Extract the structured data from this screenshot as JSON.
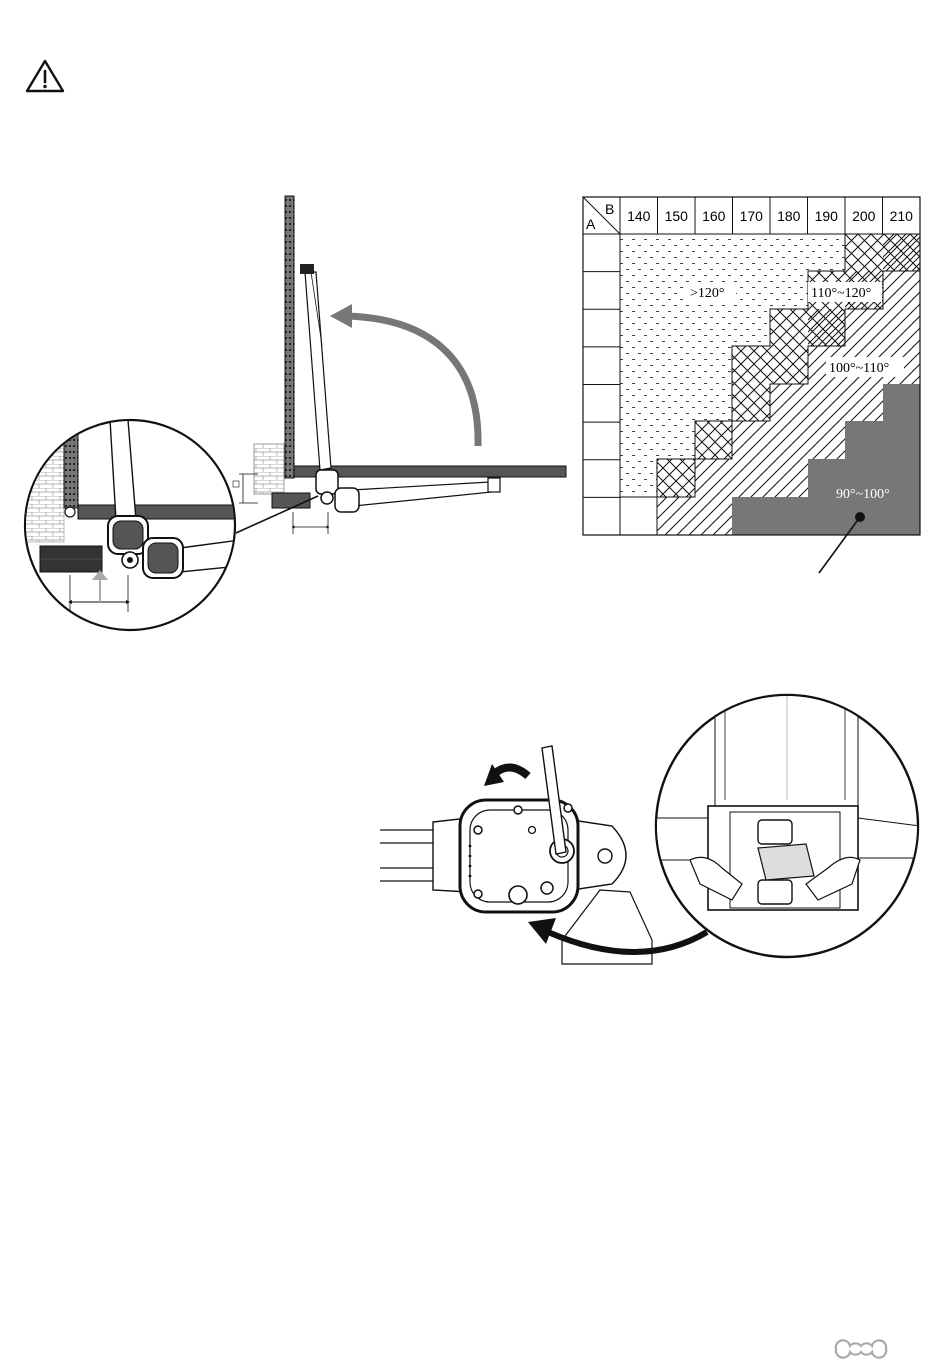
{
  "warning": {
    "icon": "warning-triangle-icon"
  },
  "table": {
    "corner_col_label": "B",
    "corner_row_label": "A",
    "columns": [
      "140",
      "150",
      "160",
      "170",
      "180",
      "190",
      "200",
      "210"
    ],
    "zones": [
      {
        "label": ">120°"
      },
      {
        "label": "110°~120°"
      },
      {
        "label": "100°~110°"
      },
      {
        "label": "90°~100°"
      }
    ]
  },
  "dimension_labels": {
    "b": "B"
  },
  "footer": {
    "logo_icon": "brand-logo-icon"
  }
}
